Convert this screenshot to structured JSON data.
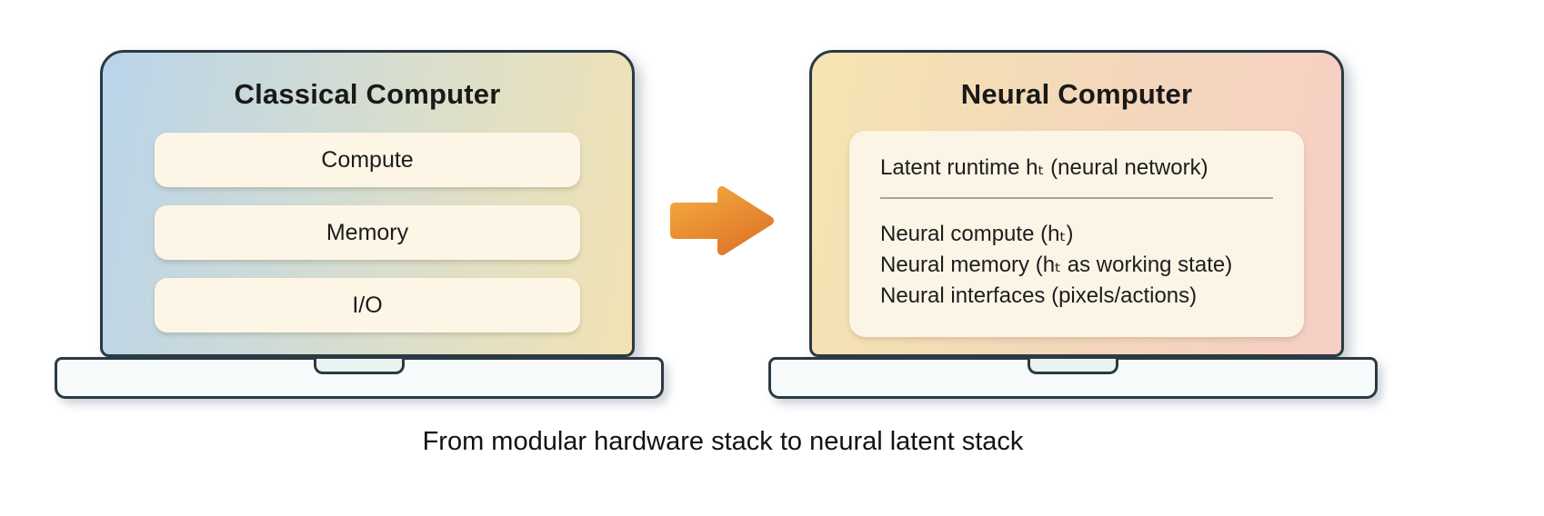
{
  "caption": "From modular hardware stack to neural latent stack",
  "classical": {
    "title": "Classical Computer",
    "boxes": [
      "Compute",
      "Memory",
      "I/O"
    ]
  },
  "neural": {
    "title": "Neural Computer",
    "runtime_line": "Latent runtime hₜ (neural network)",
    "lines": [
      "Neural compute (hₜ)",
      "Neural memory (hₜ as working state)",
      "Neural interfaces (pixels/actions)"
    ]
  },
  "arrow": {
    "direction": "right",
    "color_top": "#f3ab3e",
    "color_bottom": "#e0772b"
  },
  "colors": {
    "classical_screen_gradient": [
      "#b9d4ea",
      "#f2e2b3"
    ],
    "neural_screen_gradient": [
      "#f6e5b2",
      "#f7cfc5"
    ],
    "outline": "#2b3a43",
    "panel_bg": "#fdf6e7",
    "base_bg": "#f6fafb"
  }
}
